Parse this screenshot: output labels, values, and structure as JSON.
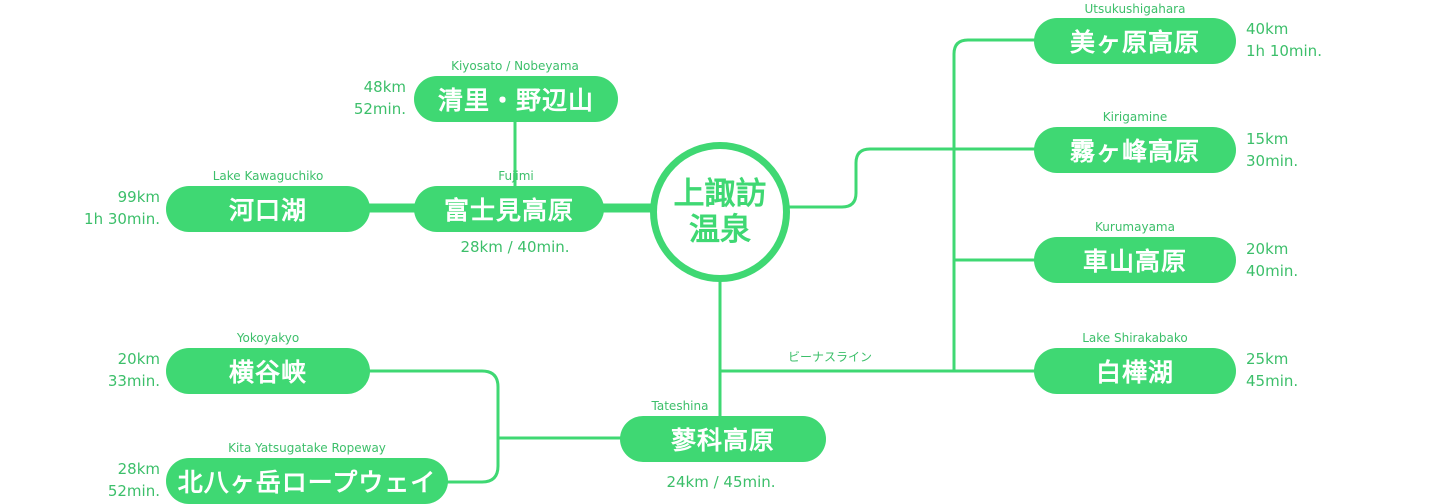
{
  "colors": {
    "accent": "#3fd873",
    "text": "#3cbf6a",
    "background": "#ffffff"
  },
  "hub": {
    "line1": "上諏訪",
    "line2": "温泉"
  },
  "route_label": "ビーナスライン",
  "nodes": {
    "kiyosato": {
      "name": "清里・野辺山",
      "en": "Kiyosato / Nobeyama",
      "km": "48km",
      "time": "52min."
    },
    "fujimi": {
      "name": "富士見高原",
      "en": "Fujimi",
      "distance": "28km / 40min."
    },
    "kawaguchiko": {
      "name": "河口湖",
      "en": "Lake Kawaguchiko",
      "km": "99km",
      "time": "1h 30min."
    },
    "yokoyakyo": {
      "name": "横谷峡",
      "en": "Yokoyakyo",
      "km": "20km",
      "time": "33min."
    },
    "kitayatsugatake": {
      "name": "北八ヶ岳ロープウェイ",
      "en": "Kita Yatsugatake Ropeway",
      "km": "28km",
      "time": "52min."
    },
    "tateshina": {
      "name": "蓼科高原",
      "en": "Tateshina",
      "distance": "24km / 45min."
    },
    "utsukushigahara": {
      "name": "美ヶ原高原",
      "en": "Utsukushigahara",
      "km": "40km",
      "time": "1h 10min."
    },
    "kirigamine": {
      "name": "霧ヶ峰高原",
      "en": "Kirigamine",
      "km": "15km",
      "time": "30min."
    },
    "kurumayama": {
      "name": "車山高原",
      "en": "Kurumayama",
      "km": "20km",
      "time": "40min."
    },
    "shirakabako": {
      "name": "白樺湖",
      "en": "Lake Shirakabako",
      "km": "25km",
      "time": "45min."
    }
  }
}
